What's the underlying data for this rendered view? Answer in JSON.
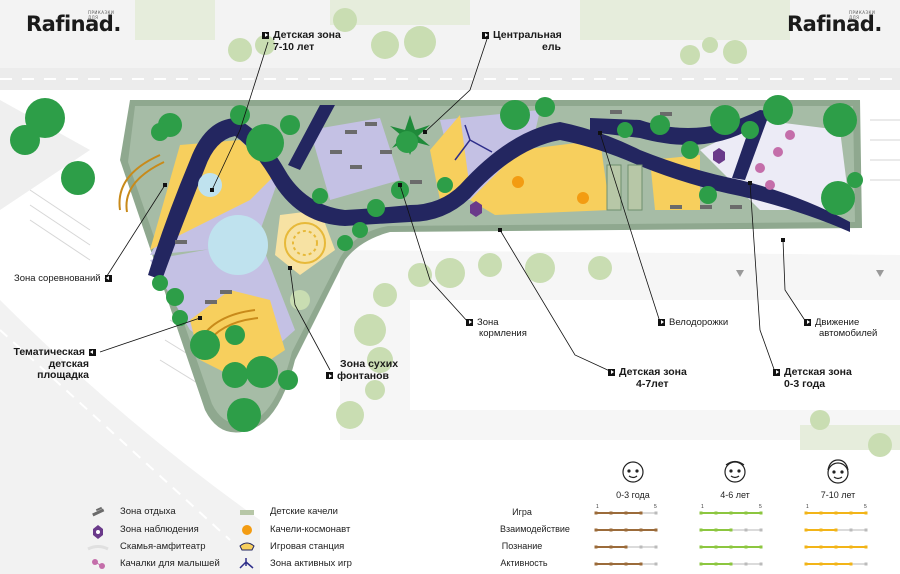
{
  "header": {
    "brand_left": "Rafinad.",
    "brand_right": "Rafinad.",
    "brand_sub": "ПРИКАЗКИ ДЛЯ"
  },
  "map_labels": {
    "kids_7_10": [
      "Детская зона",
      "7-10 лет"
    ],
    "central_tree": [
      "Центральная",
      "ель"
    ],
    "competitions": "Зона соревнований",
    "themed": [
      "Тематическая",
      "детская",
      "площадка"
    ],
    "dry_fountains": [
      "Зона сухих",
      "фонтанов"
    ],
    "feeding": [
      "Зона",
      "кормления"
    ],
    "bike_paths": "Велодорожки",
    "car_traffic": [
      "Движение",
      "автомобилей"
    ],
    "kids_4_7": [
      "Детская зона",
      "4-7лет"
    ],
    "kids_0_3": [
      "Детская зона",
      "0-3 года"
    ]
  },
  "legend": {
    "col1": [
      {
        "icon": "bench-icon",
        "label": "Зона отдыха"
      },
      {
        "icon": "hexagon-icon",
        "label": "Зона наблюдения"
      },
      {
        "icon": "amphitheater-icon",
        "label": "Скамья-амфитеатр"
      },
      {
        "icon": "baby-swing-icon",
        "label": "Качалки для малышей"
      }
    ],
    "col2": [
      {
        "icon": "kids-swing-icon",
        "label": "Детские качели"
      },
      {
        "icon": "astronaut-swing-icon",
        "label": "Качели-космонавт"
      },
      {
        "icon": "play-station-icon",
        "label": "Игровая станция"
      },
      {
        "icon": "active-games-icon",
        "label": "Зона активных игр"
      }
    ]
  },
  "age_chart": {
    "ages": [
      {
        "label": "0-3 года",
        "color": "#9b6b3a"
      },
      {
        "label": "4-6 лет",
        "color": "#8cc63f"
      },
      {
        "label": "7-10 лет",
        "color": "#f2b418"
      }
    ],
    "metrics": [
      "Игра",
      "Взаимодействие",
      "Познание",
      "Активность"
    ],
    "scale_min": "1",
    "scale_max": "5",
    "values": [
      [
        4,
        5,
        3,
        4
      ],
      [
        5,
        3,
        5,
        3
      ],
      [
        5,
        3,
        5,
        4
      ]
    ]
  },
  "colors": {
    "path": "#232660",
    "grass": "#8fa88f",
    "sand": "#f7cf5d",
    "lilac": "#c4c1e4",
    "tree": "#2d9e48",
    "tree_light": "#c9ddb2"
  }
}
